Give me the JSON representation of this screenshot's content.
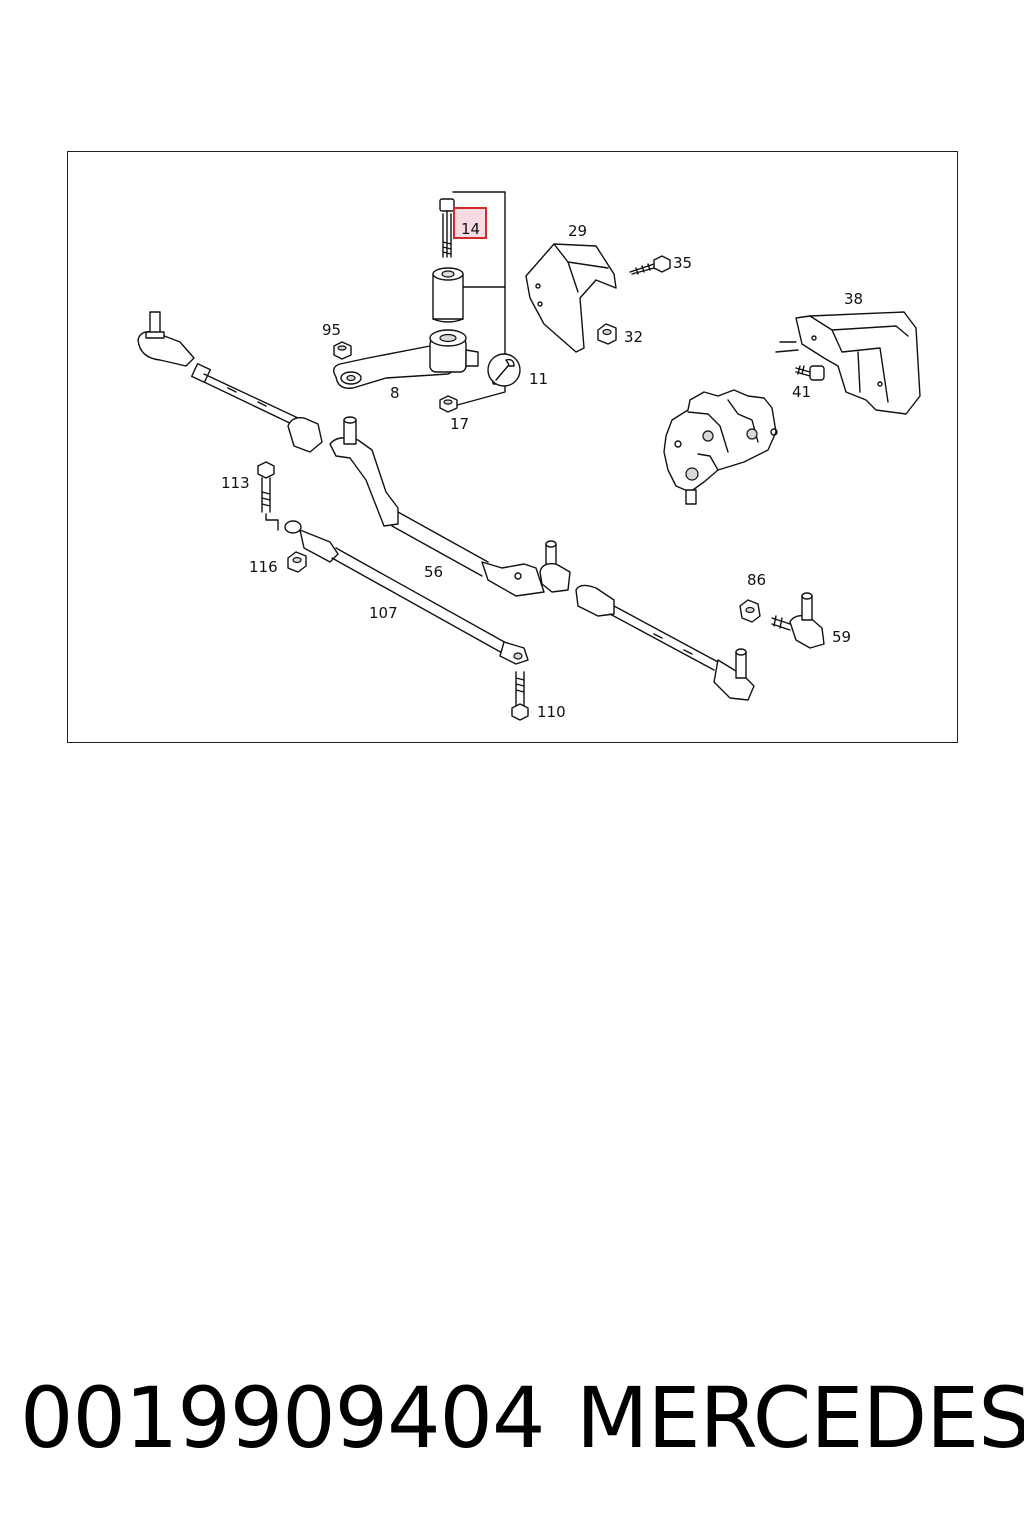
{
  "diagram": {
    "callouts": [
      {
        "id": "c14",
        "text": "14",
        "highlighted": true
      },
      {
        "id": "c29",
        "text": "29"
      },
      {
        "id": "c35",
        "text": "35"
      },
      {
        "id": "c95",
        "text": "95"
      },
      {
        "id": "c32",
        "text": "32"
      },
      {
        "id": "c38",
        "text": "38"
      },
      {
        "id": "c11",
        "text": "11"
      },
      {
        "id": "c8",
        "text": "8"
      },
      {
        "id": "c41",
        "text": "41"
      },
      {
        "id": "c17",
        "text": "17"
      },
      {
        "id": "c113",
        "text": "113"
      },
      {
        "id": "c116",
        "text": "116"
      },
      {
        "id": "c56",
        "text": "56"
      },
      {
        "id": "c86",
        "text": "86"
      },
      {
        "id": "c107",
        "text": "107"
      },
      {
        "id": "c59",
        "text": "59"
      },
      {
        "id": "c110",
        "text": "110"
      }
    ],
    "highlight_color": "#d32b2b"
  },
  "footer": {
    "part_number": "0019909404",
    "brand": "MERCEDES"
  }
}
